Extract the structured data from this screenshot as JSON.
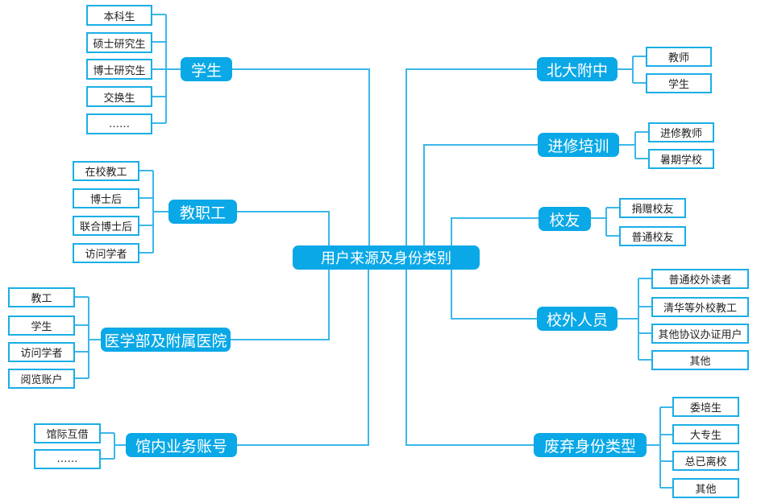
{
  "accent_color": "#0aa8e6",
  "center": {
    "label": "用户来源及身份类别"
  },
  "branches": {
    "students": {
      "label": "学生",
      "children": [
        "本科生",
        "硕士研究生",
        "博士研究生",
        "交换生",
        "……"
      ]
    },
    "staff": {
      "label": "教职工",
      "children": [
        "在校教工",
        "博士后",
        "联合博士后",
        "访问学者"
      ]
    },
    "medical": {
      "label": "医学部及附属医院",
      "children": [
        "教工",
        "学生",
        "访问学者",
        "阅览账户"
      ]
    },
    "library": {
      "label": "馆内业务账号",
      "children": [
        "馆际互借",
        "……"
      ]
    },
    "affiliated_school": {
      "label": "北大附中",
      "children": [
        "教师",
        "学生"
      ]
    },
    "training": {
      "label": "进修培训",
      "children": [
        "进修教师",
        "暑期学校"
      ]
    },
    "alumni": {
      "label": "校友",
      "children": [
        "捐赠校友",
        "普通校友"
      ]
    },
    "external": {
      "label": "校外人员",
      "children": [
        "普通校外读者",
        "清华等外校教工",
        "其他协议办证用户",
        "其他"
      ]
    },
    "deprecated": {
      "label": "废弃身份类型",
      "children": [
        "委培生",
        "大专生",
        "总已离校",
        "其他"
      ]
    }
  }
}
